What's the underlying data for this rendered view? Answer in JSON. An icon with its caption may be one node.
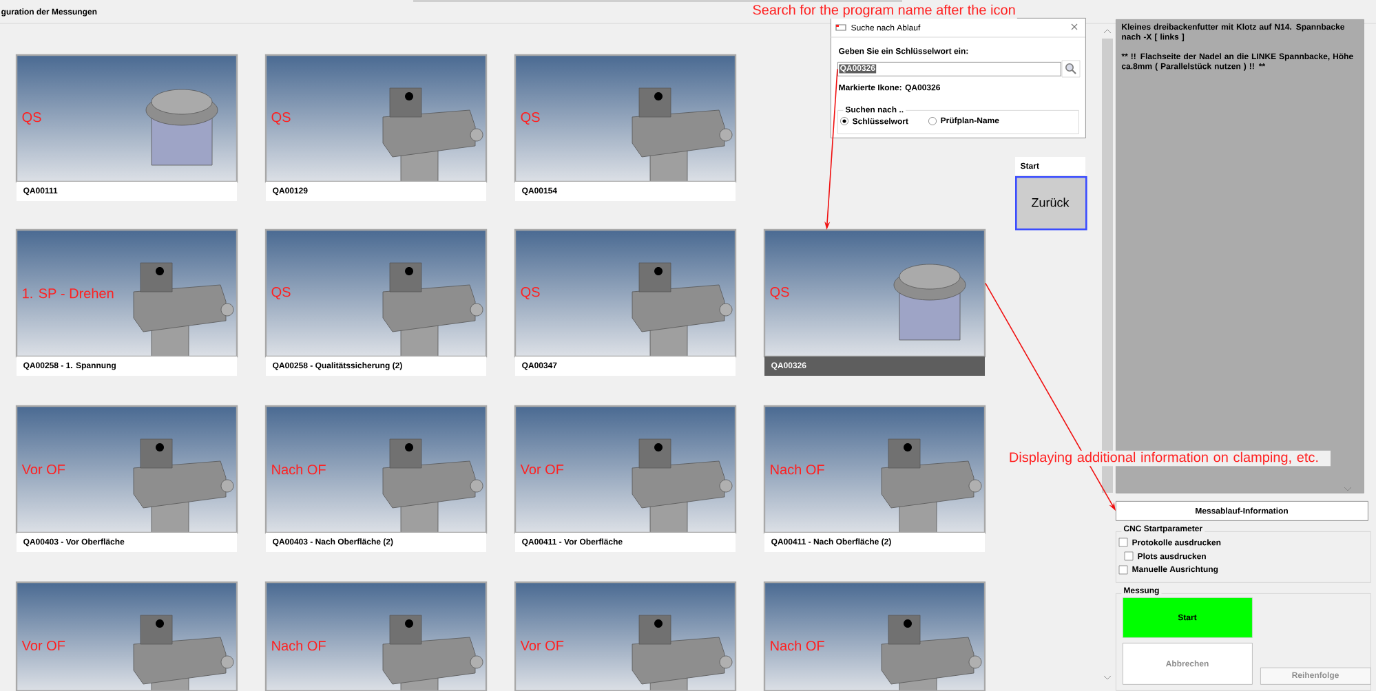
{
  "diagram": {
    "nodes": [
      {
        "text": [
          "Suche nach Ablauf",
          "Geben Sie ein Schlüsselwort ein:",
          "Markierte Ikone: QA00326"
        ]
      },
      {
        "text": [
          "QA00326"
        ],
        "in": 0
      },
      {
        "text": [
          "Suchen nach ..",
          "Schlüsselwort",
          "Prüfplan-Name"
        ],
        "in": 0
      },
      {
        "text": [
          "QS",
          "QA00111"
        ]
      },
      {
        "text": [
          "QS",
          "QA00129"
        ]
      },
      {
        "text": [
          "QS",
          "QA00154"
        ]
      },
      {
        "text": [
          "1. SP - Drehen",
          "QA00258 - 1. Spannung"
        ]
      },
      {
        "text": [
          "QS",
          "QA00258 - Qualitätssicherung (2)"
        ]
      },
      {
        "text": [
          "QS",
          "QA00347"
        ]
      },
      {
        "text": [
          "QS",
          "QA00326"
        ]
      },
      {
        "text": [
          "Vor OF",
          "QA00403 - Vor Oberfläche"
        ]
      },
      {
        "text": [
          "Nach OF",
          "QA00403 - Nach Oberfläche (2)"
        ]
      },
      {
        "text": [
          "Vor OF",
          "QA00411 - Vor Oberfläche"
        ]
      },
      {
        "text": [
          "Nach OF",
          "QA00411 - Nach Oberfläche (2)"
        ]
      },
      {
        "text": [
          "Vor OF"
        ]
      },
      {
        "text": [
          "Nach OF"
        ]
      },
      {
        "text": [
          "Vor OF"
        ]
      },
      {
        "text": [
          "Nach OF"
        ]
      },
      {
        "text": [
          "Start",
          "Zurück"
        ]
      },
      {
        "text": [
          "Kleines dreibackenfutter mit Klotz auf N14. Spannbacke nach -X [ links ]",
          "** !! Flachseite der Nadel an die LINKE Spannbacke, Höhe ca.8mm ( Parallelstück nutzen ) !! **"
        ]
      },
      {
        "text": [
          "Messablauf-Information"
        ]
      },
      {
        "text": [
          "CNC Startparameter",
          "Protokolle ausdrucken",
          "Plots ausdrucken",
          "Manuelle Ausrichtung"
        ]
      },
      {
        "text": [
          "Messung"
        ]
      },
      {
        "text": [
          "Start"
        ],
        "in": 22
      },
      {
        "text": [
          "Abbrechen"
        ],
        "in": 22
      },
      {
        "text": [
          "Reihenfolge"
        ],
        "in": 22
      }
    ],
    "edges": [
      {
        "from": 1,
        "to": 9,
        "arrow": "to",
        "label": "Search for the program name after the icon"
      },
      {
        "from": 9,
        "to": 20,
        "arrow": "to",
        "label": "Displaying additional information on clamping, etc."
      }
    ],
    "labels": [
      "guration der Messungen"
    ]
  }
}
